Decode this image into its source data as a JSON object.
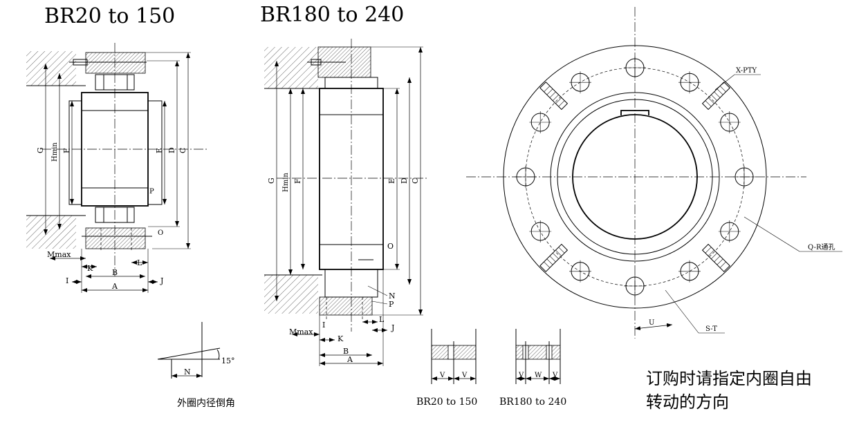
{
  "titles": {
    "left": "BR20 to 150",
    "middle": "BR180 to 240"
  },
  "captions": {
    "chamfer": "外圈内径倒角",
    "keyway_small": "BR20 to 150",
    "keyway_large": "BR180 to 240"
  },
  "note": {
    "line1": "订购时请指定内圈自由",
    "line2": "转动的方向"
  },
  "dims_left": {
    "G": "G",
    "Hmin": "Hmin",
    "F": "F",
    "E": "E",
    "D": "D",
    "C": "C",
    "Mmax": "Mmax",
    "K": "K",
    "B": "B",
    "L": "L",
    "I": "I",
    "A": "A",
    "J": "J",
    "P": "P",
    "O": "O"
  },
  "dims_middle": {
    "G": "G",
    "Hmin": "Hmin",
    "F": "F",
    "E": "E",
    "D": "D",
    "C": "C",
    "O": "O",
    "N": "N",
    "P": "P",
    "Mmax": "Mmax",
    "I": "I",
    "K": "K",
    "L": "L",
    "J": "J",
    "B": "B",
    "A": "A"
  },
  "chamfer_detail": {
    "N": "N",
    "angle": "15°"
  },
  "keyway": {
    "V": "V",
    "W": "W"
  },
  "front_view": {
    "X_PTY": "X-PTY",
    "Q_R": "Q-R通孔",
    "S_T": "S-T",
    "U": "U"
  }
}
